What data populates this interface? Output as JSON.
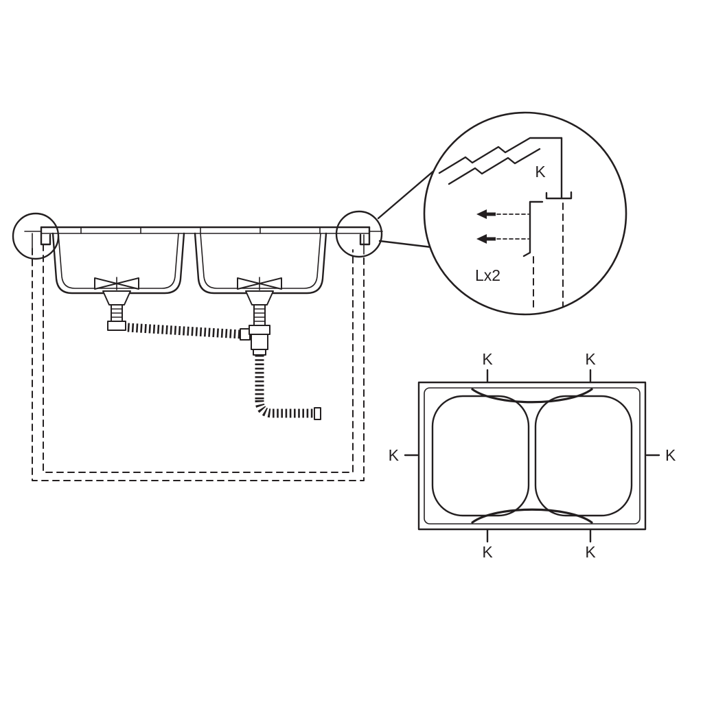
{
  "detail_view": {
    "clip_label": "K",
    "screw_quantity_label": "Lx2"
  },
  "plan_view": {
    "clip_labels": {
      "top_left": "K",
      "top_right": "K",
      "left": "K",
      "right": "K",
      "bottom_left": "K",
      "bottom_right": "K"
    }
  },
  "colors": {
    "line": "#231f20",
    "background": "#ffffff"
  }
}
